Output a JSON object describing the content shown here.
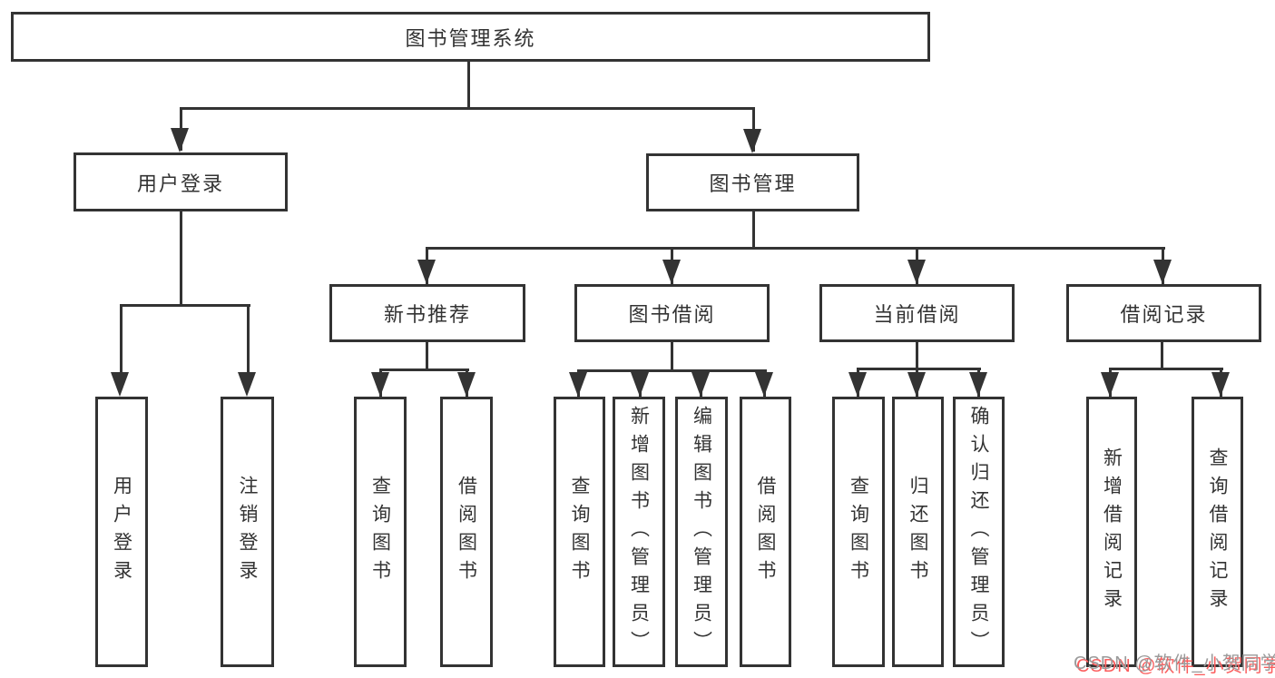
{
  "diagram": {
    "type": "hierarchy",
    "tree": {
      "label": "图书管理系统",
      "children": [
        {
          "label": "用户登录",
          "children": [
            {
              "label": "用户登录"
            },
            {
              "label": "注销登录"
            }
          ]
        },
        {
          "label": "图书管理",
          "children": [
            {
              "label": "新书推荐",
              "children": [
                {
                  "label": "查询图书"
                },
                {
                  "label": "借阅图书"
                }
              ]
            },
            {
              "label": "图书借阅",
              "children": [
                {
                  "label": "查询图书"
                },
                {
                  "label": "新增图书（管理员）"
                },
                {
                  "label": "编辑图书（管理员）"
                },
                {
                  "label": "借阅图书"
                }
              ]
            },
            {
              "label": "当前借阅",
              "children": [
                {
                  "label": "查询图书"
                },
                {
                  "label": "归还图书"
                },
                {
                  "label": "确认归还（管理员）"
                }
              ]
            },
            {
              "label": "借阅记录",
              "children": [
                {
                  "label": "新增借阅记录"
                },
                {
                  "label": "查询借阅记录"
                }
              ]
            }
          ]
        }
      ]
    },
    "colors": {
      "line": "#333333",
      "box_border": "#333333",
      "text": "#333333",
      "background": "#ffffff",
      "watermark_text": "#9b9b9b",
      "watermark_shadow": "#fb5d5d"
    }
  },
  "watermark": {
    "text": "CSDN @软件_小贺同学"
  }
}
